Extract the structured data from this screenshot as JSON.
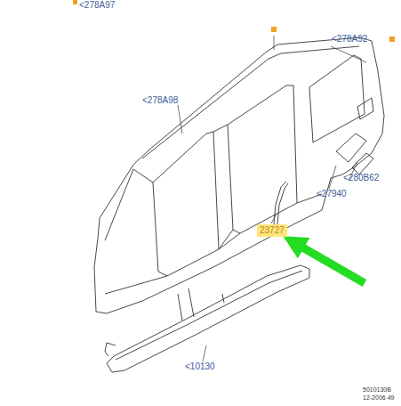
{
  "diagram": {
    "labels": [
      "<278A97",
      "<278A92",
      "<278A98",
      "<280B62",
      "<27940",
      "23727",
      "<10130",
      "5010130B",
      "12-2006 49"
    ]
  }
}
